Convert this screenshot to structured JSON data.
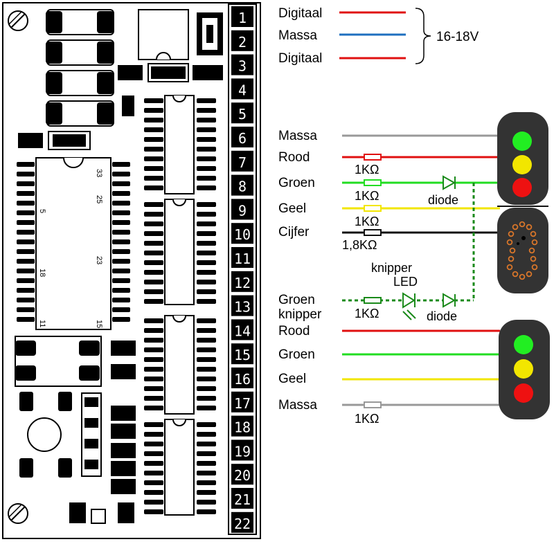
{
  "terminals": [
    "1",
    "2",
    "3",
    "4",
    "5",
    "6",
    "7",
    "8",
    "9",
    "10",
    "11",
    "12",
    "13",
    "14",
    "15",
    "16",
    "17",
    "18",
    "19",
    "20",
    "21",
    "22"
  ],
  "ic_labels": {
    "big_ic": [
      "33",
      "25",
      "5",
      "23",
      "18",
      "15",
      "11"
    ]
  },
  "supply": {
    "wires": [
      {
        "label": "Digitaal",
        "color": "#e01010"
      },
      {
        "label": "Massa",
        "color": "#1e6fbf"
      },
      {
        "label": "Digitaal",
        "color": "#e01010"
      }
    ],
    "voltage": "16-18V"
  },
  "signal1": {
    "wires": [
      {
        "label": "Massa",
        "color": "#999999",
        "resistor": ""
      },
      {
        "label": "Rood",
        "color": "#e01010",
        "resistor": "1KΩ"
      },
      {
        "label": "Groen",
        "color": "#22dd22",
        "resistor": "1KΩ"
      },
      {
        "label": "Geel",
        "color": "#f2e600",
        "resistor": "1KΩ"
      },
      {
        "label": "Cijfer",
        "color": "#111111",
        "resistor": "1,8KΩ"
      }
    ],
    "diode_label": "diode",
    "lamps": [
      "#22ee22",
      "#f2e600",
      "#ee1111"
    ]
  },
  "blink": {
    "label_line1": "Groen",
    "label_line2": "knipper",
    "resistor": "1KΩ",
    "led_label_line1": "knipper",
    "led_label_line2": "LED",
    "diode_label": "diode",
    "color": "#1a8a1a"
  },
  "signal2": {
    "wires": [
      {
        "label": "Rood",
        "color": "#e01010",
        "resistor": ""
      },
      {
        "label": "Groen",
        "color": "#22dd22",
        "resistor": ""
      },
      {
        "label": "Geel",
        "color": "#f2e600",
        "resistor": ""
      },
      {
        "label": "Massa",
        "color": "#999999",
        "resistor": "1KΩ"
      }
    ],
    "lamps": [
      "#22ee22",
      "#f2e600",
      "#ee1111"
    ]
  }
}
